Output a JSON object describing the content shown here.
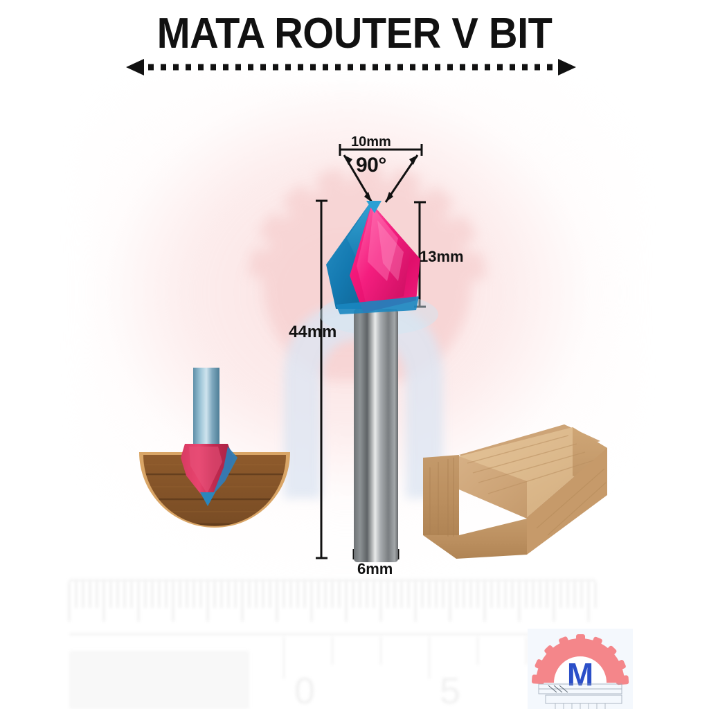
{
  "page": {
    "title": "MATA ROUTER V BIT",
    "background_color": "#ffffff",
    "wash_color": "#fae0e0"
  },
  "title_rule": {
    "icon_left": "left-arrowhead-icon",
    "icon_right": "right-arrowhead-icon",
    "style": "dotted-double-arrow"
  },
  "dimensions": {
    "width_top": "10mm",
    "angle": "90°",
    "head_height": "13mm",
    "total_length": "44mm",
    "shank_diameter": "6mm"
  },
  "product": {
    "head_color_primary": "#f3187a",
    "head_color_secondary": "#1479b0",
    "shank_color": "#8f9396",
    "wood_color": "#d9b182",
    "wood_dark_color": "#8a5a2b"
  },
  "illustrations": {
    "groove_cut": "v-bit-cutting-wood-groove",
    "chamfer_result": "wood-block-with-v-chamfer"
  },
  "logo": {
    "letter": "M",
    "gear_color": "#f4868a",
    "letter_color": "#2b4fc8"
  },
  "background": {
    "gear_shape": "blurred-pink-gear",
    "letter_shape": "blurred-m-watermark",
    "ruler_marks": [
      "0",
      "5"
    ]
  }
}
